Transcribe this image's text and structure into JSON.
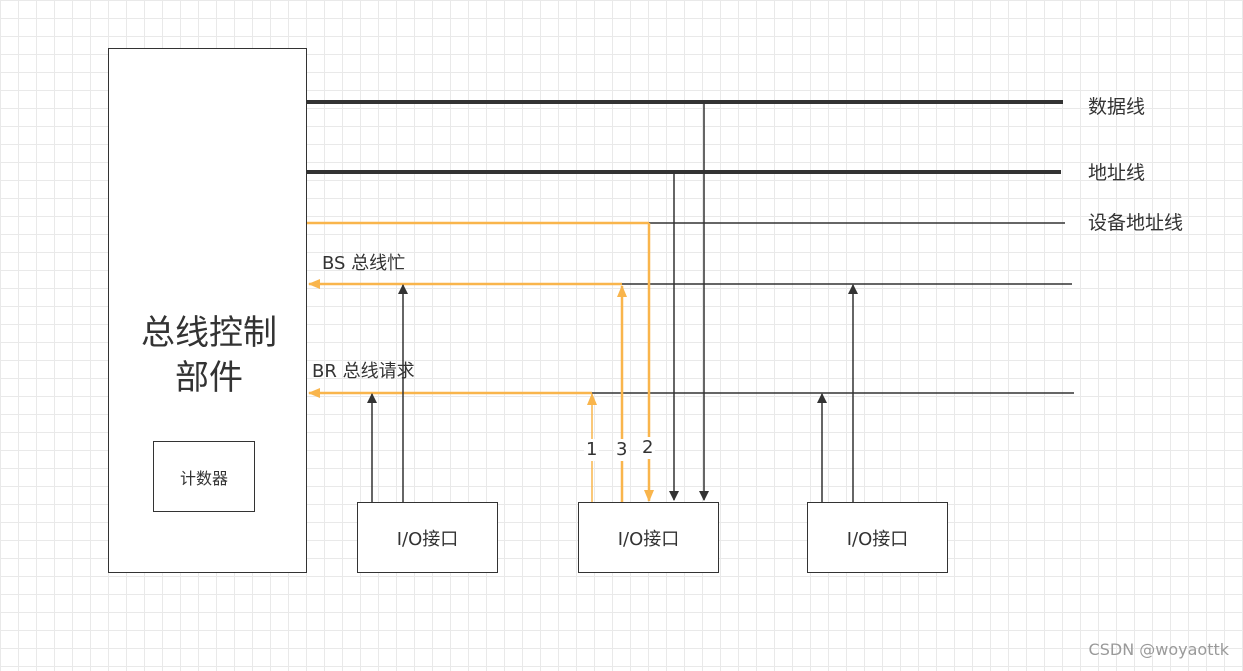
{
  "bus_controller": {
    "title": "总线控制部件",
    "counter": "计数器"
  },
  "lines": {
    "data": "数据线",
    "address": "地址线",
    "device_address": "设备地址线"
  },
  "signals": {
    "bs": "BS 总线忙",
    "br": "BR 总线请求"
  },
  "io_interfaces": [
    "I/O接口",
    "I/O接口",
    "I/O接口"
  ],
  "steps": [
    "1",
    "3",
    "2"
  ],
  "colors": {
    "highlight": "#f9b54c",
    "line": "#333333"
  },
  "watermark": "CSDN @woyaottk"
}
